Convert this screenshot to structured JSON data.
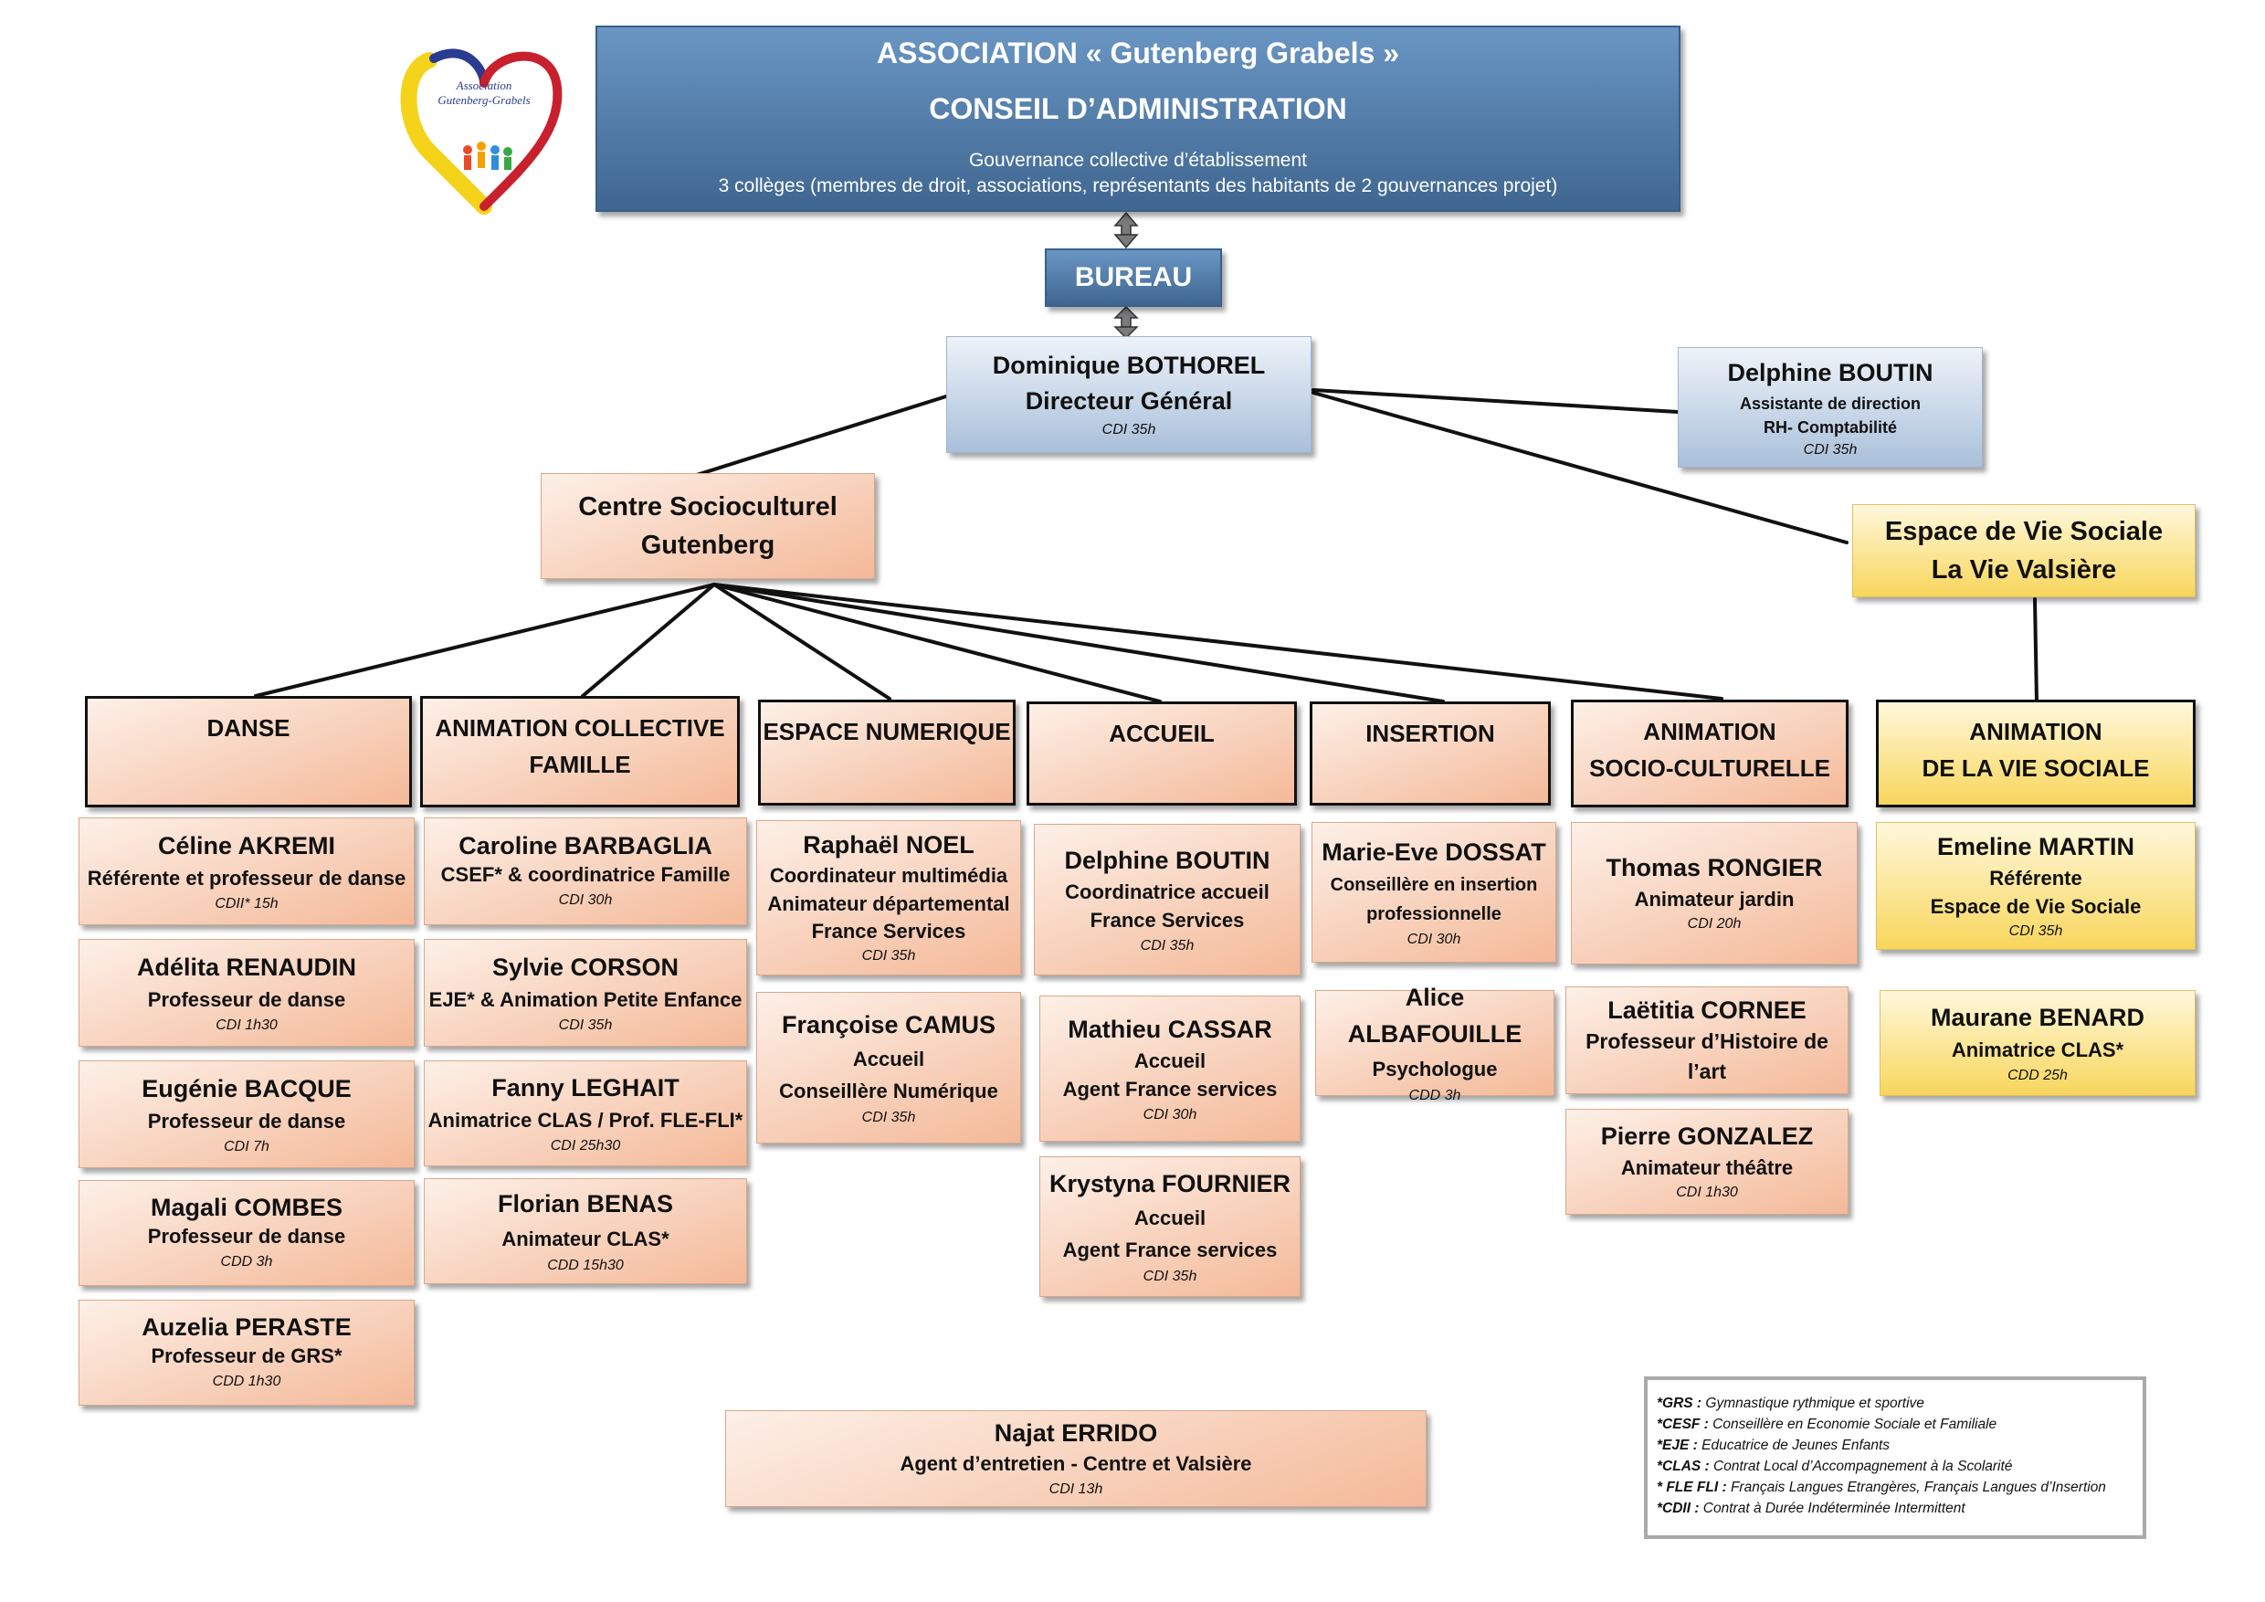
{
  "logo": {
    "line1": "Association",
    "line2": "Gutenberg-Grabels"
  },
  "council": {
    "line1": "ASSOCIATION « Gutenberg Grabels »",
    "line2": "CONSEIL D’ADMINISTRATION",
    "line3": "Gouvernance collective d’établissement",
    "line4": "3 collèges (membres de droit, associations, représentants des habitants de 2 gouvernances projet)"
  },
  "bureau": "BUREAU",
  "director": {
    "name": "Dominique BOTHOREL",
    "role": "Directeur Général",
    "contract": "CDI  35h"
  },
  "assistant": {
    "name": "Delphine BOUTIN",
    "role1": "Assistante de direction",
    "role2": "RH- Comptabilité",
    "contract": "CDI  35h"
  },
  "centre": {
    "line1": "Centre Socioculturel",
    "line2": "Gutenberg"
  },
  "evs": {
    "line1": "Espace de Vie Sociale",
    "line2": "La Vie Valsière"
  },
  "departments": {
    "danse": {
      "line1": "DANSE",
      "line2": ""
    },
    "famille": {
      "line1": "ANIMATION COLLECTIVE",
      "line2": "FAMILLE"
    },
    "numerique": {
      "line1": "ESPACE NUMERIQUE",
      "line2": ""
    },
    "accueil": {
      "line1": "ACCUEIL",
      "line2": ""
    },
    "insertion": {
      "line1": "INSERTION",
      "line2": ""
    },
    "socio": {
      "line1": "ANIMATION",
      "line2": "SOCIO-CULTURELLE"
    },
    "viesociale": {
      "line1": "ANIMATION",
      "line2": "DE LA VIE SOCIALE"
    }
  },
  "staff": {
    "danse": [
      {
        "name": "Céline AKREMI",
        "role1": "Référente et professeur de danse",
        "role2": "",
        "contract": "CDII* 15h"
      },
      {
        "name": "Adélita RENAUDIN",
        "role1": "Professeur de danse",
        "role2": "",
        "contract": "CDI 1h30"
      },
      {
        "name": "Eugénie BACQUE",
        "role1": "Professeur de danse",
        "role2": "",
        "contract": "CDI 7h"
      },
      {
        "name": "Magali COMBES",
        "role1": "Professeur de danse",
        "role2": "",
        "contract": "CDD 3h"
      },
      {
        "name": "Auzelia PERASTE",
        "role1": "Professeur de GRS*",
        "role2": "",
        "contract": "CDD 1h30"
      }
    ],
    "famille": [
      {
        "name": "Caroline BARBAGLIA",
        "role1": "CSEF* & coordinatrice Famille",
        "role2": "",
        "contract": "CDI 30h"
      },
      {
        "name": "Sylvie CORSON",
        "role1": "EJE* & Animation Petite Enfance",
        "role2": "",
        "contract": "CDI 35h"
      },
      {
        "name": "Fanny LEGHAIT",
        "role1": "Animatrice CLAS / Prof. FLE-FLI*",
        "role2": "",
        "contract": "CDI 25h30"
      },
      {
        "name": "Florian BENAS",
        "role1": "Animateur CLAS*",
        "role2": "",
        "contract": "CDD 15h30"
      }
    ],
    "numerique": [
      {
        "name": "Raphaël NOEL",
        "role1": "Coordinateur multimédia",
        "role2": "Animateur départemental",
        "role3": "France Services",
        "contract": "CDI 35h"
      },
      {
        "name": "Françoise CAMUS",
        "role1": "Accueil",
        "role2": "Conseillère Numérique",
        "role3": "",
        "contract": "CDI 35h"
      }
    ],
    "accueil": [
      {
        "name": "Delphine BOUTIN",
        "role1": "Coordinatrice accueil",
        "role2": "France Services",
        "contract": "CDI 35h"
      },
      {
        "name": "Mathieu CASSAR",
        "role1": "Accueil",
        "role2": "Agent France services",
        "contract": "CDI 30h"
      },
      {
        "name": "Krystyna FOURNIER",
        "role1": "Accueil",
        "role2": "Agent France services",
        "contract": "CDI 35h"
      }
    ],
    "insertion": [
      {
        "name": "Marie-Eve DOSSAT",
        "role1": "Conseillère en insertion",
        "role2": "professionnelle",
        "contract": "CDI 30h"
      },
      {
        "name": "Alice ALBAFOUILLE",
        "role1": "Psychologue",
        "role2": "",
        "contract": "CDD 3h"
      }
    ],
    "socio": [
      {
        "name": "Thomas RONGIER",
        "role1": "Animateur jardin",
        "role2": "",
        "contract": "CDI 20h"
      },
      {
        "name": "Laëtitia CORNEE",
        "role1": "Professeur d’Histoire de",
        "role2": "l’art",
        "contract": ""
      },
      {
        "name": "Pierre GONZALEZ",
        "role1": "Animateur théâtre",
        "role2": "",
        "contract": "CDI 1h30"
      }
    ],
    "viesociale": [
      {
        "name": "Emeline MARTIN",
        "role1": "Référente",
        "role2": "Espace de Vie Sociale",
        "contract": "CDI 35h"
      },
      {
        "name": "Maurane BENARD",
        "role1": "Animatrice CLAS*",
        "role2": "",
        "contract": "CDD 25h"
      }
    ]
  },
  "entretien": {
    "name": "Najat ERRIDO",
    "role": "Agent d’entretien - Centre et Valsière",
    "contract": "CDI 13h"
  },
  "legend": [
    {
      "abbr": "*GRS :",
      "text": " Gymnastique rythmique et sportive"
    },
    {
      "abbr": "*CESF :",
      "text": " Conseillère en Economie Sociale et Familiale"
    },
    {
      "abbr": "*EJE :",
      "text": " Educatrice de Jeunes Enfants"
    },
    {
      "abbr": "*CLAS :",
      "text": " Contrat Local d’Accompagnement à la Scolarité"
    },
    {
      "abbr": "* FLE FLI :",
      "text": " Français Langues Etrangères, Français Langues d’Insertion"
    },
    {
      "abbr": "*CDII :",
      "text": " Contrat à Durée Indéterminée Intermittent"
    }
  ],
  "colors": {
    "council": "#4f7aa6",
    "peach": "#f4b998",
    "yellow": "#f8d65c",
    "blue": "#a9c0da",
    "connector": "#111111"
  }
}
